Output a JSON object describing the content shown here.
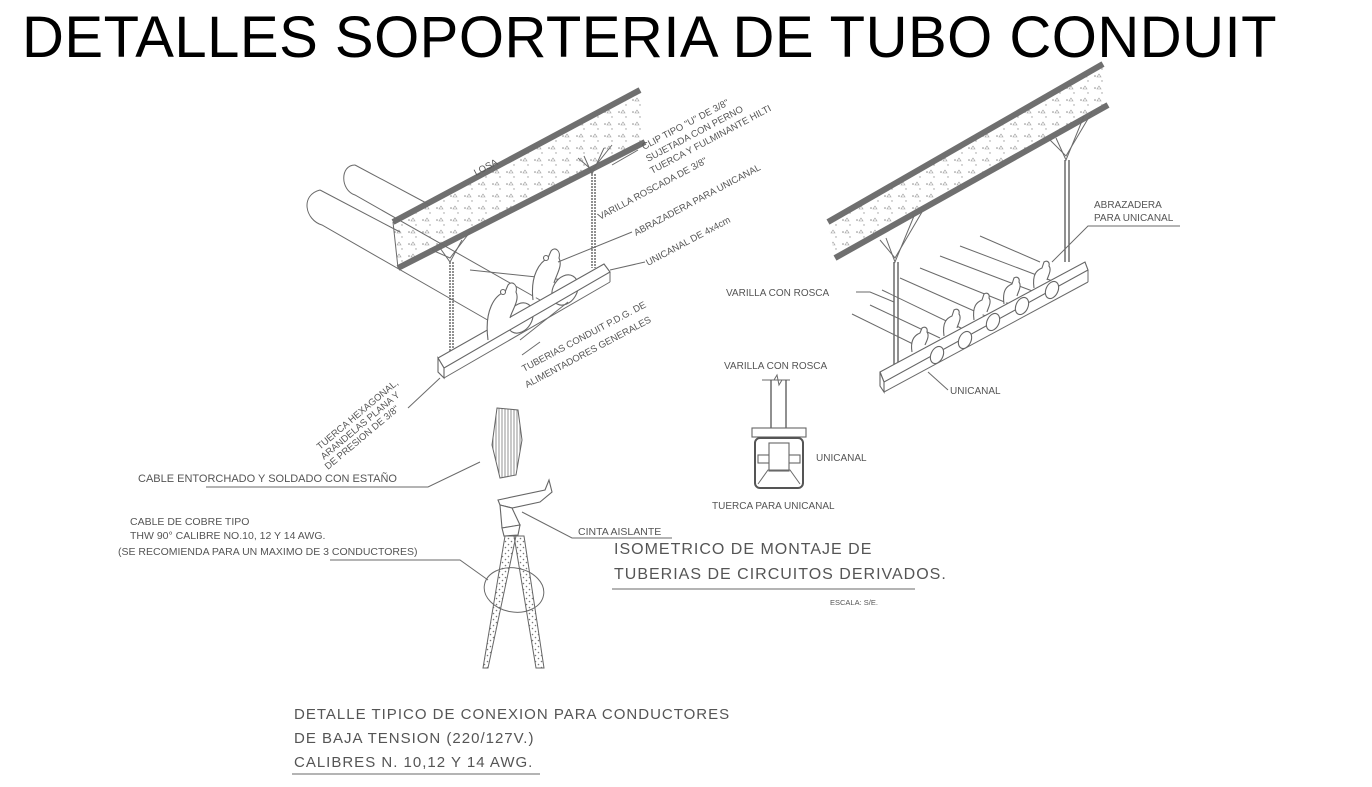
{
  "title": "DETALLES SOPORTERIA DE TUBO CONDUIT",
  "detail_left_iso": {
    "labels": {
      "losa": "LOSA",
      "clip_line1": "CLIP TIPO \"U\" DE 3/8\"",
      "clip_line2": "SUJETADA CON PERNO",
      "clip_line3": "TUERCA Y FULMINANTE HILTI",
      "varilla": "VARILLA ROSCADA DE 3/8\"",
      "abrazadera": "ABRAZADERA PARA UNICANAL",
      "unicanal": "UNICANAL DE 4x4cm",
      "tuberias_line1": "TUBERIAS CONDUIT P.D.G. DE",
      "tuberias_line2": "ALIMENTADORES GENERALES",
      "tuerca_line1": "TUERCA HEXAGONAL,",
      "tuerca_line2": "ARANDELAS PLANA Y",
      "tuerca_line3": "DE PRESION DE 3/8\""
    }
  },
  "detail_right_iso": {
    "labels": {
      "abrazadera_line1": "ABRAZADERA",
      "abrazadera_line2": "PARA UNICANAL",
      "varilla": "VARILLA CON ROSCA",
      "unicanal": "UNICANAL"
    }
  },
  "detail_section": {
    "labels": {
      "varilla": "VARILLA CON ROSCA",
      "unicanal": "UNICANAL",
      "tuerca": "TUERCA PARA UNICANAL"
    }
  },
  "iso_caption": {
    "line1": "ISOMETRICO DE MONTAJE DE",
    "line2": "TUBERIAS DE CIRCUITOS DERIVADOS.",
    "scale": "ESCALA: S/E."
  },
  "cable_detail": {
    "labels": {
      "entorchado": "CABLE ENTORCHADO Y SOLDADO CON ESTAÑO",
      "cobre_line1": "CABLE DE COBRE TIPO",
      "cobre_line2": "THW 90° CALIBRE NO.10, 12 Y 14 AWG.",
      "cobre_line3": "(SE RECOMIENDA PARA UN MAXIMO DE 3 CONDUCTORES)",
      "cinta": "CINTA AISLANTE"
    },
    "caption": {
      "line1": "DETALLE TIPICO DE CONEXION PARA CONDUCTORES",
      "line2": "DE BAJA TENSION (220/127V.)",
      "line3": "CALIBRES N. 10,12 Y 14 AWG."
    }
  }
}
